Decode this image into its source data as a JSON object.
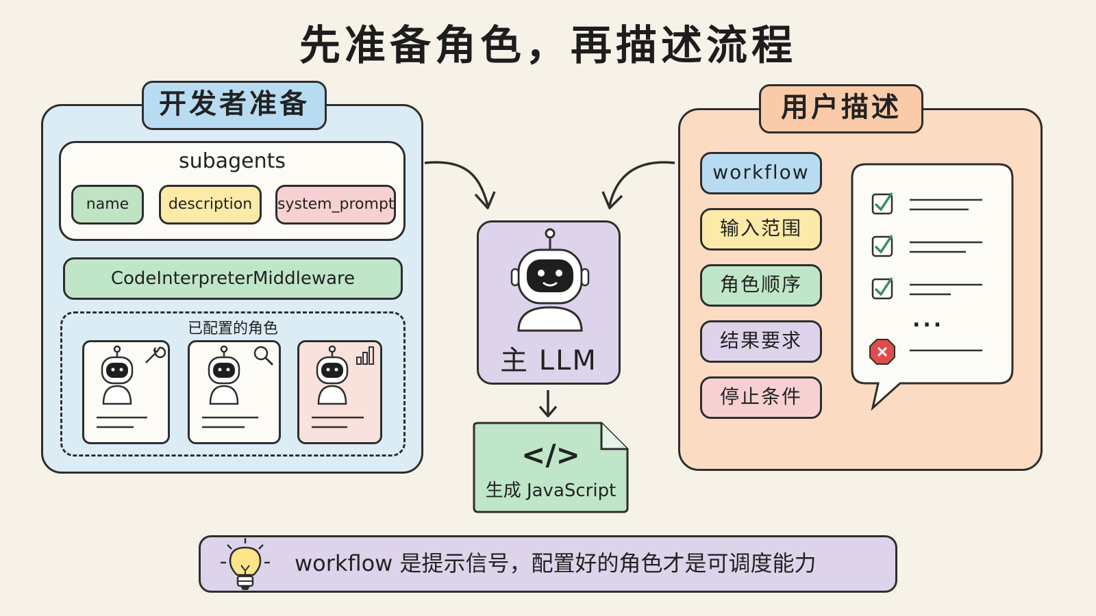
{
  "title": "先准备角色，再描述流程",
  "developer": {
    "label": "开发者准备",
    "subagents": {
      "title": "subagents",
      "fields": [
        "name",
        "description",
        "system_prompt"
      ]
    },
    "middleware": "CodeInterpreterMiddleware",
    "configured_roles": {
      "title": "已配置的角色",
      "roles": [
        {
          "icon": "wrench-icon"
        },
        {
          "icon": "magnifier-icon"
        },
        {
          "icon": "bar-chart-icon"
        }
      ]
    }
  },
  "center": {
    "llm_label": "主 LLM",
    "output_label": "生成 JavaScript",
    "output_code": "</>"
  },
  "user": {
    "label": "用户描述",
    "items": [
      "workflow",
      "输入范围",
      "角色顺序",
      "结果要求",
      "停止条件"
    ],
    "checklist_ellipsis": "..."
  },
  "tip": {
    "icon": "lightbulb-icon",
    "text": "workflow 是提示信号，配置好的角色才是可调度能力"
  },
  "colors": {
    "background": "#f7f2e8",
    "dev_panel": "#dcecf4",
    "user_panel": "#fbdcc3",
    "llm_box": "#ddd3ea",
    "js_box": "#bfe6c8"
  }
}
